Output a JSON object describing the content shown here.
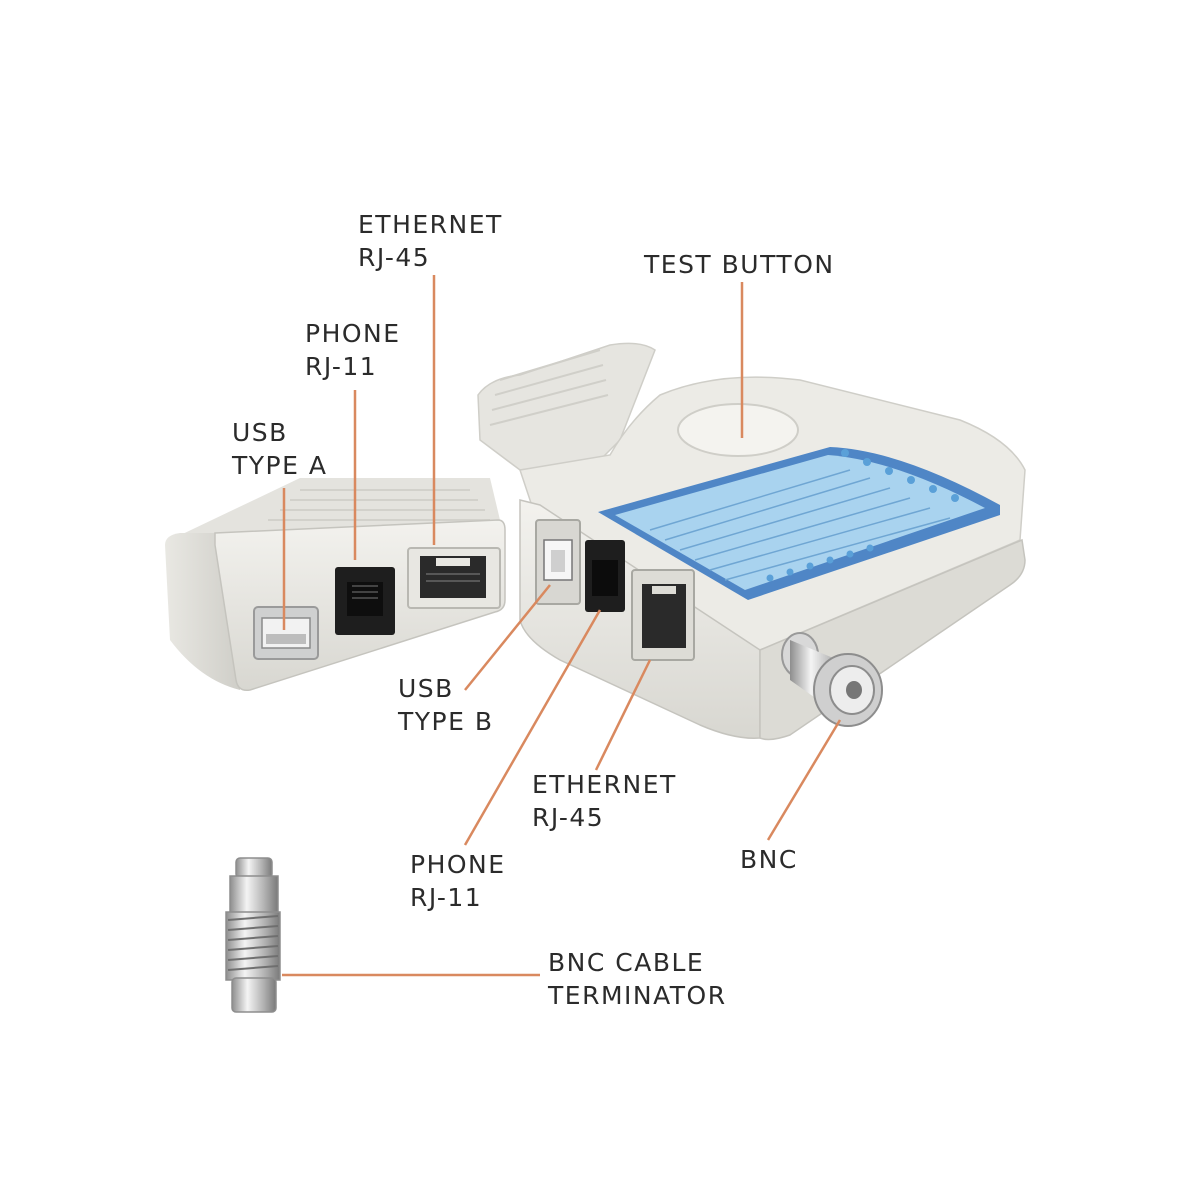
{
  "colors": {
    "leader_line": "#d9895f",
    "device_body": "#ebeae5",
    "device_shadow": "#c9c8c2",
    "panel_blue": "#8fc4e6",
    "panel_frame": "#4f86c6",
    "port_dark": "#2a2a2a",
    "text": "#2b2b2b"
  },
  "labels": {
    "ethernet_top": {
      "line1": "ETHERNET",
      "line2": "RJ-45"
    },
    "test_button": {
      "line1": "TEST BUTTON"
    },
    "phone_top": {
      "line1": "PHONE",
      "line2": "RJ-11"
    },
    "usb_a": {
      "line1": "USB",
      "line2": "TYPE A"
    },
    "usb_b": {
      "line1": "USB",
      "line2": "TYPE B"
    },
    "ethernet_bottom": {
      "line1": "ETHERNET",
      "line2": "RJ-45"
    },
    "phone_bottom": {
      "line1": "PHONE",
      "line2": "RJ-11"
    },
    "bnc": {
      "line1": "BNC"
    },
    "bnc_terminator": {
      "line1": "BNC CABLE",
      "line2": "TERMINATOR"
    }
  }
}
